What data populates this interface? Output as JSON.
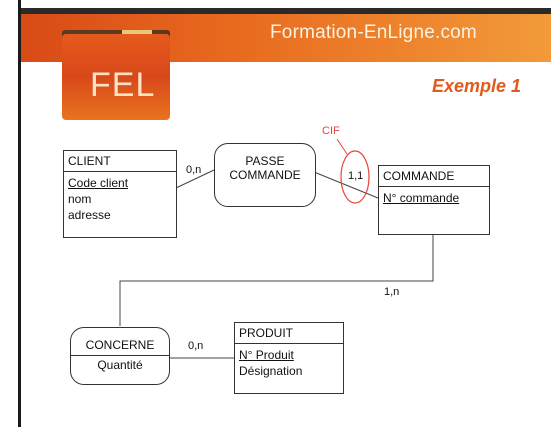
{
  "header": {
    "site_title": "Formation-EnLigne.com",
    "logo_text": "FEL",
    "subtitle": "Exemple 1"
  },
  "diagram": {
    "client": {
      "title": "CLIENT",
      "key": "Code client",
      "attrs": [
        "nom",
        "adresse"
      ]
    },
    "passe": {
      "line1": "PASSE",
      "line2": "COMMANDE"
    },
    "commande": {
      "title": "COMMANDE",
      "key": "N° commande"
    },
    "concerne": {
      "title": "CONCERNE",
      "attr": "Quantité"
    },
    "produit": {
      "title": "PRODUIT",
      "key": "N° Produit",
      "attrs": [
        "Désignation"
      ]
    },
    "cardinalities": {
      "client_passe": "0,n",
      "passe_commande": "1,1",
      "commande_concerne": "1,n",
      "concerne_produit": "0,n"
    },
    "cif_label": "CIF"
  },
  "colors": {
    "accent": "#e25a1b",
    "cif": "#e8423a"
  }
}
